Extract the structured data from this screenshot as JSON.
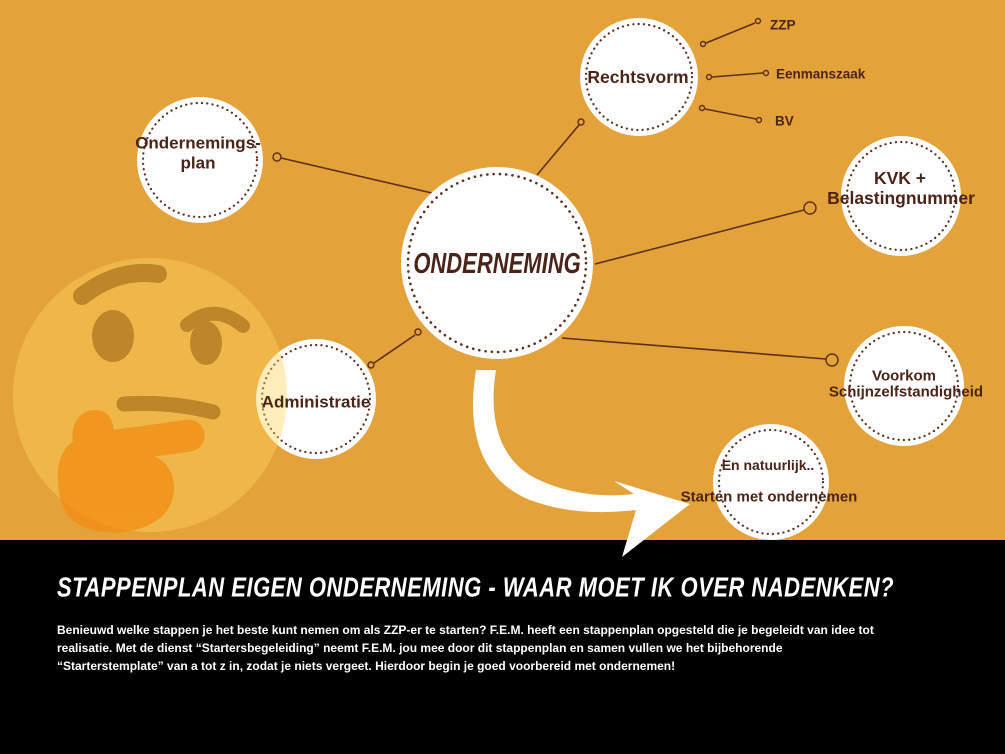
{
  "colors": {
    "background_orange": "#E4A33A",
    "brown": "#4B2418",
    "banner_black": "#000000",
    "text_white": "#FFFFFF"
  },
  "icons": {
    "emoji": "thinking-face",
    "arrow": "curved-arrow-right"
  },
  "mindmap": {
    "center": "ONDERNEMING",
    "ondernemingsplan": [
      "Ondernemings-",
      "plan"
    ],
    "rechtsvorm": {
      "label": "Rechtsvorm",
      "options": [
        "ZZP",
        "Eenmanszaak",
        "BV"
      ]
    },
    "kvk": [
      "KVK +",
      "Belastingnummer"
    ],
    "schijnzelfstandigheid": [
      "Voorkom",
      "Schijnzelfstandigheid"
    ],
    "administratie": "Administratie",
    "starten": [
      "En natuurlijk..",
      "Starten met ondernemen"
    ]
  },
  "banner": {
    "title": "STAPPENPLAN EIGEN ONDERNEMING - WAAR MOET IK OVER NADENKEN?",
    "body_lines": [
      "Benieuwd welke stappen je het beste kunt nemen om als ZZP-er te starten? F.E.M. heeft een stappenplan opgesteld die je begeleidt van idee tot",
      "realisatie. Met de dienst “Startersbegeleiding” neemt F.E.M. jou mee door dit stappenplan en samen vullen we het bijbehorende",
      "“Starterstemplate” van a tot z in, zodat je niets vergeet. Hierdoor begin je goed voorbereid met ondernemen!"
    ]
  }
}
